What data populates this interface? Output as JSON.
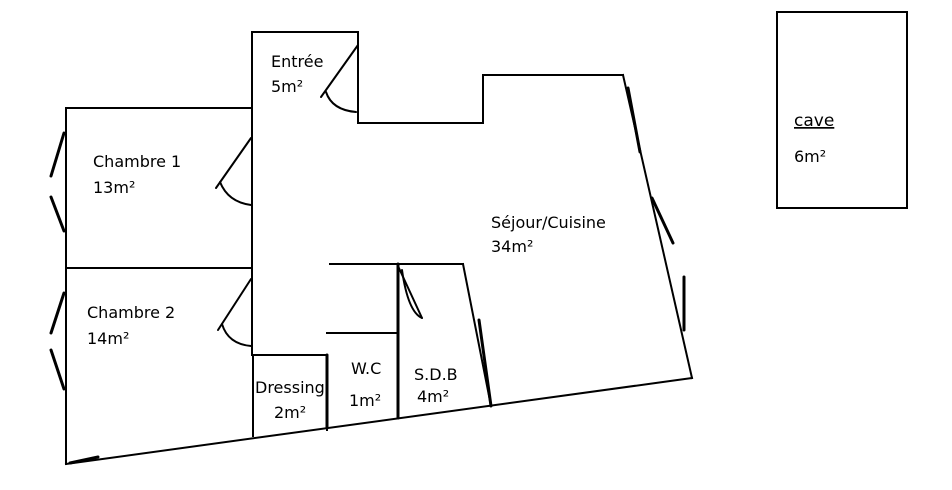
{
  "rooms": {
    "entree": {
      "name": "Entrée",
      "area": "5m²"
    },
    "chambre1": {
      "name": "Chambre 1",
      "area": "13m²"
    },
    "chambre2": {
      "name": "Chambre 2",
      "area": "14m²"
    },
    "sejour": {
      "name": "Séjour/Cuisine",
      "area": "34m²"
    },
    "dressing": {
      "name": "Dressing",
      "area": "2m²"
    },
    "wc": {
      "name": "W.C",
      "area": "1m²"
    },
    "sdb": {
      "name": "S.D.B",
      "area": "4m²"
    },
    "cave": {
      "name": "cave",
      "area": "6m²"
    }
  }
}
